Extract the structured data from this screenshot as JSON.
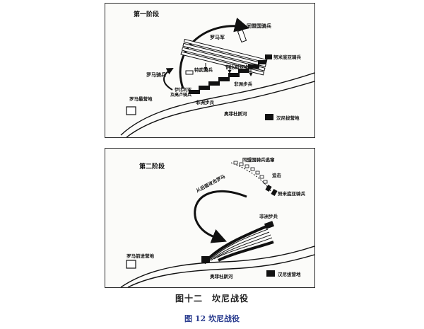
{
  "panel1": {
    "title": "第一阶段",
    "labels": {
      "roman_army": "罗马军",
      "allied_cav": "同盟国骑兵",
      "roman_cav": "罗马骑兵",
      "roman_camp": "罗马最营地",
      "iberian_cav": "伊比利亚\n及高卢骑兵",
      "heavy_troops": "特武骑兵",
      "iberian_inf": "伊比利亚步兵",
      "numidian_cav": "努米底亚骑兵",
      "african_inf_r": "非洲步兵",
      "african_inf_l": "非洲步兵",
      "river": "奥菲杜斯河",
      "hannibal_camp": "汉尼拔营地"
    }
  },
  "panel2": {
    "title": "第二阶段",
    "labels": {
      "allied_fleeing": "同盟国骑兵逃窜",
      "pursue": "追击",
      "numidian_cav": "努米底亚骑兵",
      "rear_attack": "从后面攻击罗马",
      "african_inf": "非洲步兵",
      "roman_camp": "罗马前进营地",
      "river": "奥菲杜斯河",
      "hannibal_camp": "汉尼拔营地"
    }
  },
  "figure_inner_caption": "图十二　坎尼战役",
  "figure_caption": "图 12  坎尼战役"
}
